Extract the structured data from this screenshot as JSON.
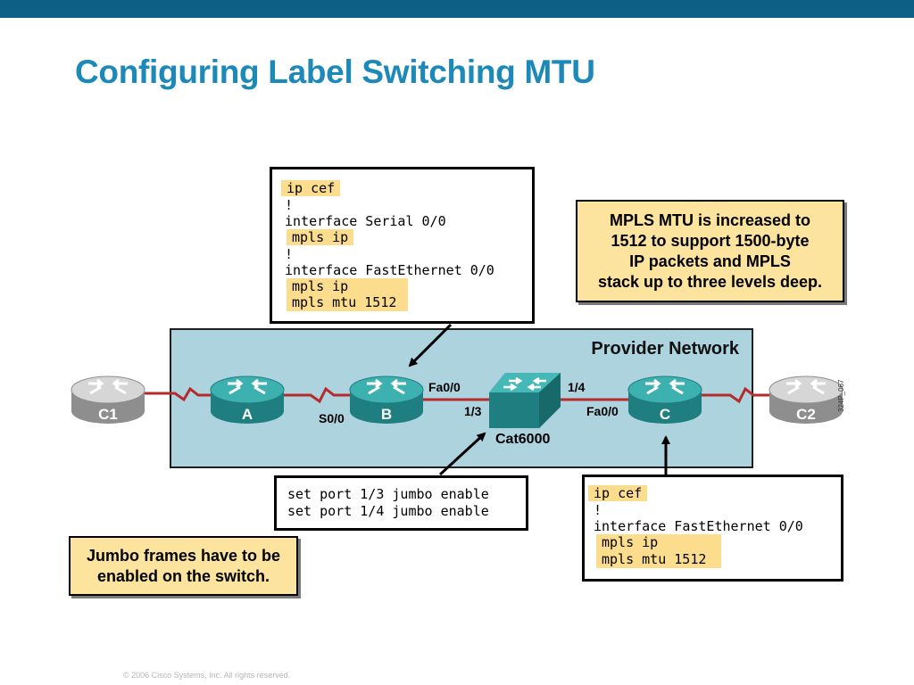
{
  "slide": {
    "title": "Configuring Label Switching MTU",
    "footer": "© 2006 Cisco Systems, Inc. All rights reserved.",
    "figure_id": "324P_067"
  },
  "colors": {
    "header_bar": "#0e5f86",
    "title": "#1c89b8",
    "provider_bg": "#acd3de",
    "highlight": "#fcdc8d",
    "note_bg": "#fce39e",
    "link": "#b52a2a",
    "router_teal": "#2a9c9c",
    "router_gray": "#a9a9a9"
  },
  "network": {
    "provider_label": "Provider Network",
    "devices": {
      "c1": "C1",
      "a": "A",
      "b": "B",
      "switch": "Cat6000",
      "c": "C",
      "c2": "C2"
    },
    "ports": {
      "b_serial": "S0/0",
      "b_fast": "Fa0/0",
      "sw_port_13": "1/3",
      "sw_port_14": "1/4",
      "c_fast": "Fa0/0"
    }
  },
  "config_b": {
    "lines": [
      "ip cef",
      "!",
      "interface Serial 0/0",
      "mpls ip",
      "!",
      "interface FastEthernet 0/0",
      "mpls ip",
      "mpls mtu 1512"
    ]
  },
  "config_switch": {
    "lines": [
      "set port 1/3 jumbo enable",
      "set port 1/4 jumbo enable"
    ]
  },
  "config_c": {
    "lines": [
      "ip cef",
      "!",
      "interface FastEthernet 0/0",
      "mpls ip",
      "mpls mtu 1512"
    ]
  },
  "note_mtu": {
    "lines": [
      "MPLS MTU is increased to",
      "1512 to support 1500-byte",
      "IP packets and MPLS",
      "stack up to three levels deep."
    ]
  },
  "note_jumbo": {
    "lines": [
      "Jumbo frames have to be",
      "enabled on the switch."
    ]
  }
}
